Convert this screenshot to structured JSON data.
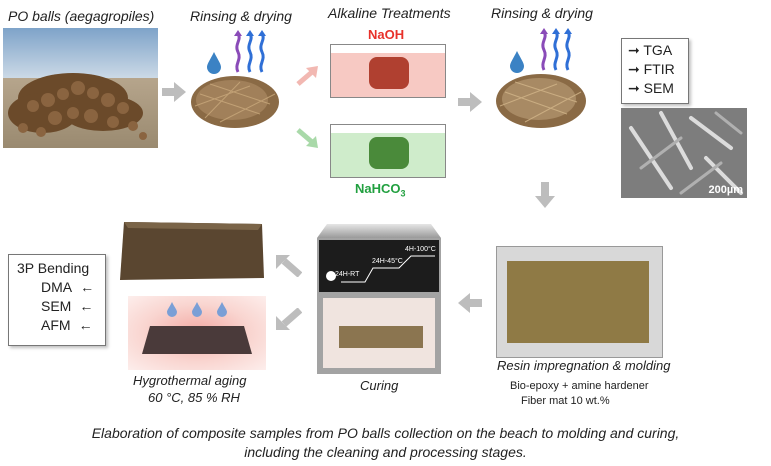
{
  "labels": {
    "po_balls": "PO balls (aegagropiles)",
    "rinsing1": "Rinsing & drying",
    "alkaline": "Alkaline Treatments",
    "rinsing2": "Rinsing & drying",
    "naoh": "NaOH",
    "nahco3_main": "NaHCO",
    "nahco3_sub": "3",
    "resin": "Resin impregnation & molding",
    "resin_line1": "Bio-epoxy + amine hardener",
    "resin_line2": "Fiber mat 10 wt.%",
    "curing": "Curing",
    "hygro1": "Hygrothermal aging",
    "hygro2": "60 °C, 85 % RH"
  },
  "analysis_list": [
    "TGA",
    "FTIR",
    "SEM"
  ],
  "tests_list": [
    "3P Bending",
    "DMA",
    "SEM",
    "AFM"
  ],
  "sem_scale": "200µm",
  "oven": {
    "step1": "24H-RT",
    "step2": "24H-45°C",
    "step3": "4H-100°C"
  },
  "caption": {
    "line1": "Elaboration of composite samples from PO balls collection on the beach to molding and curing,",
    "line2": "including the cleaning and processing stages."
  },
  "colors": {
    "naoh": "#e8312a",
    "nahco3": "#22a040",
    "arrow_grey": "#bdbdbd",
    "heat_arrow_blue": "#2f6fd6",
    "heat_arrow_purple": "#8a4bb8",
    "drop_blue": "#3b82c4"
  }
}
